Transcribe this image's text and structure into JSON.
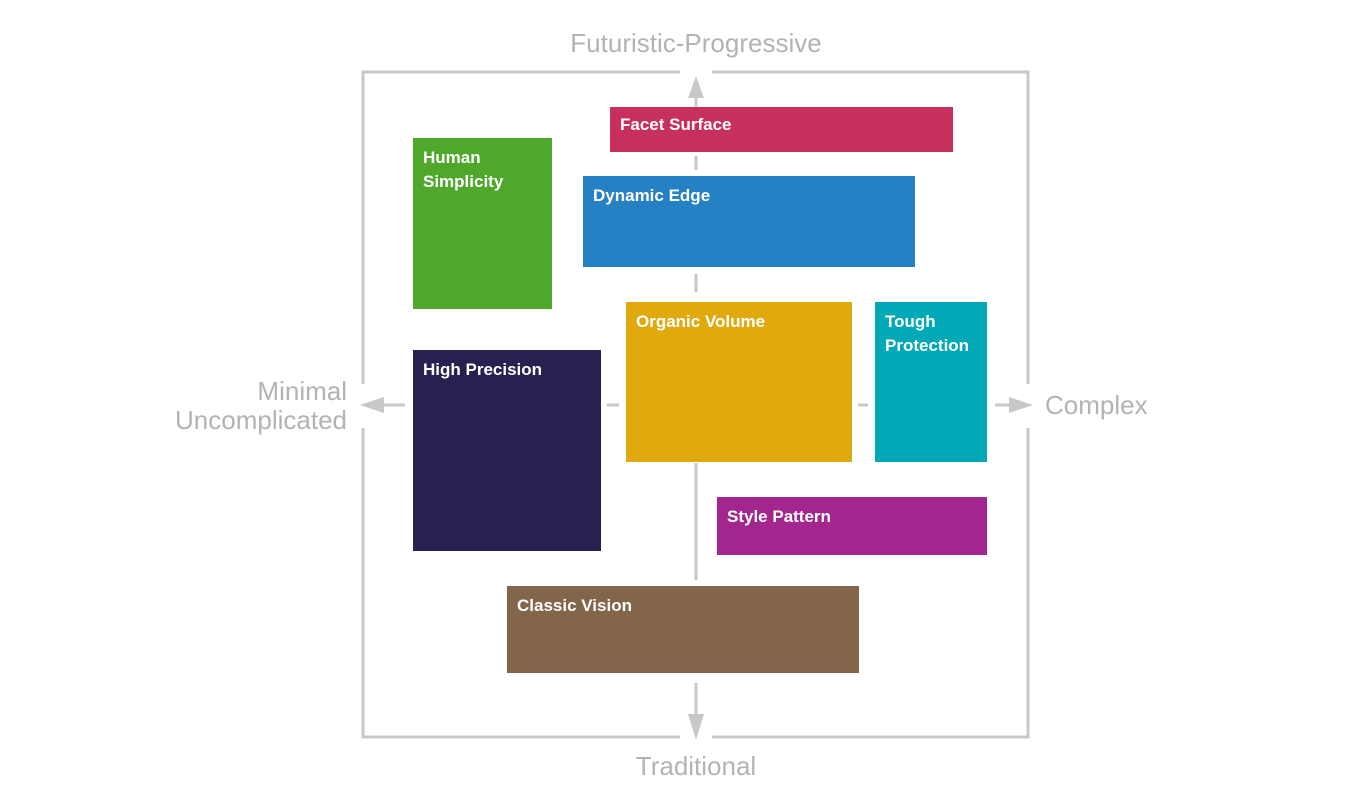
{
  "axes": {
    "top": "Futuristic-Progressive",
    "bottom": "Traditional",
    "left_line1": "Minimal",
    "left_line2": "Uncomplicated",
    "right": "Complex"
  },
  "categories": [
    {
      "label_line1": "Facet Surface",
      "label_line2": "",
      "color": "#c7305d"
    },
    {
      "label_line1": "Human",
      "label_line2": "Simplicity",
      "color": "#4fa82c"
    },
    {
      "label_line1": "Dynamic Edge",
      "label_line2": "",
      "color": "#2581c4"
    },
    {
      "label_line1": "Organic Volume",
      "label_line2": "",
      "color": "#e0a90e"
    },
    {
      "label_line1": "Tough",
      "label_line2": "Protection",
      "color": "#00a9b5"
    },
    {
      "label_line1": "High Precision",
      "label_line2": "",
      "color": "#28214f"
    },
    {
      "label_line1": "Style Pattern",
      "label_line2": "",
      "color": "#a2268d"
    },
    {
      "label_line1": "Classic Vision",
      "label_line2": "",
      "color": "#83664a"
    }
  ],
  "colors": {
    "axis_lines": "#c8c8c8",
    "axis_text": "#b3b3b3"
  }
}
